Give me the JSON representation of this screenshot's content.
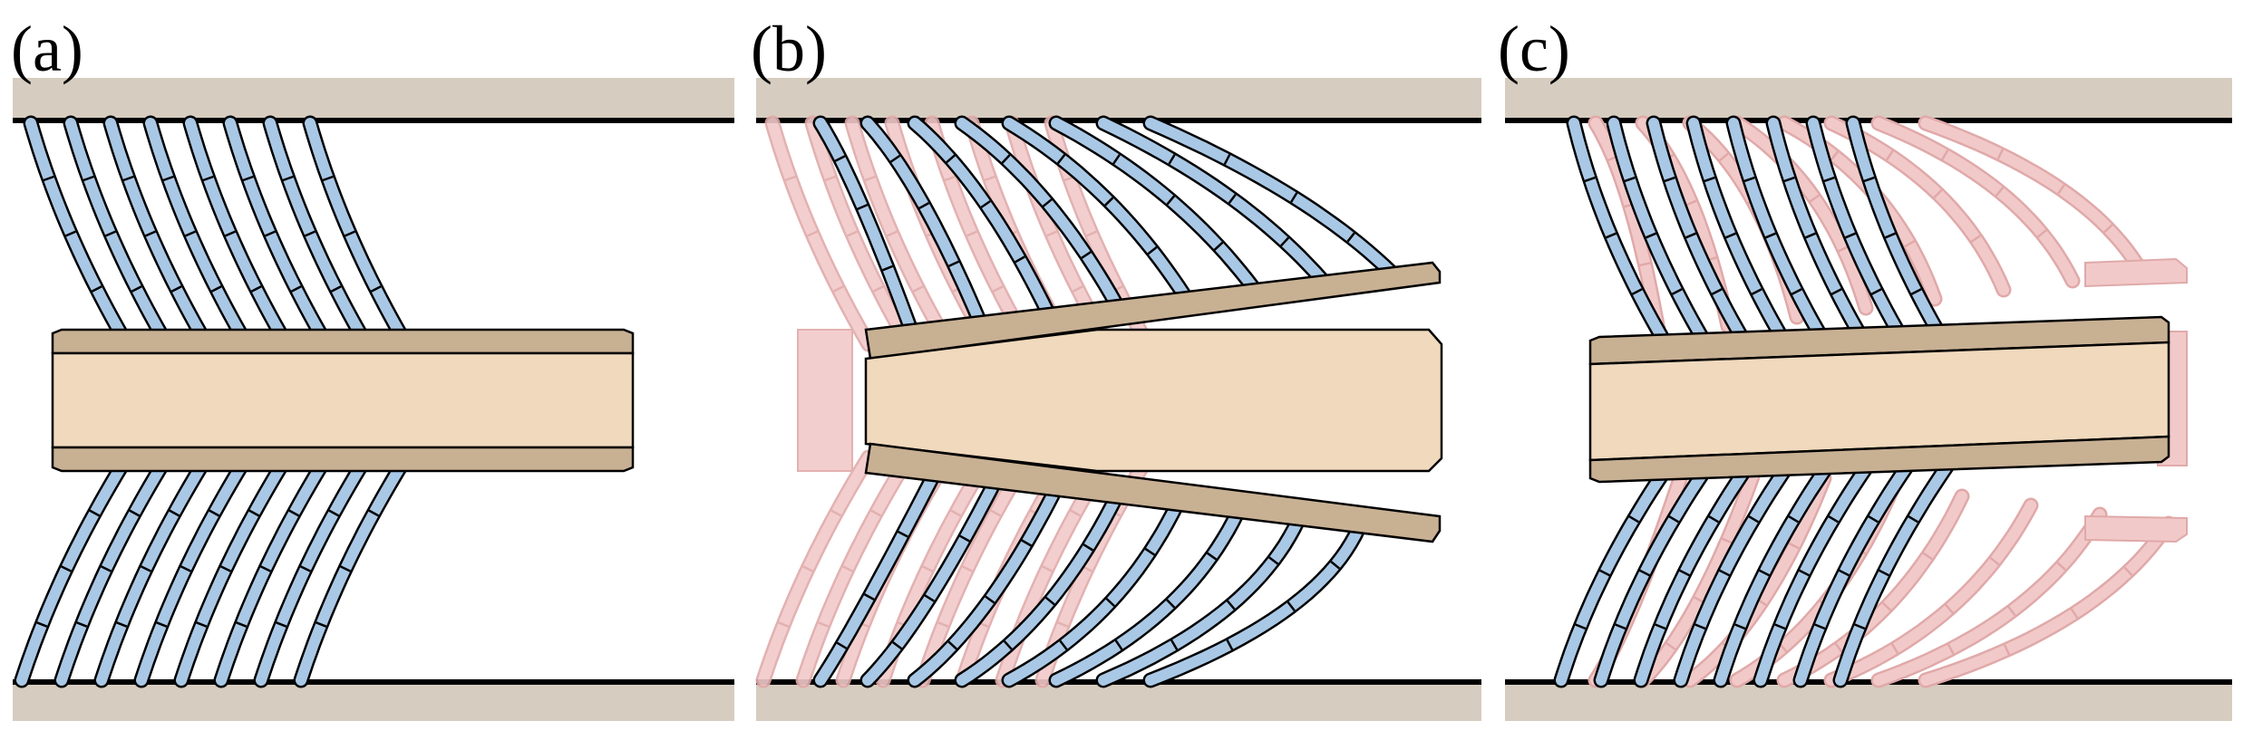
{
  "figure": {
    "panels": [
      {
        "id": "a",
        "label": "(a)",
        "state": "initial"
      },
      {
        "id": "b",
        "label": "(b)",
        "state": "wedged",
        "ghost_of_previous": true
      },
      {
        "id": "c",
        "label": "(c)",
        "state": "tilted",
        "ghost_of_previous": true
      }
    ],
    "segments_per_fiber": 4,
    "fibers_per_row": 8,
    "colors": {
      "plate": "#d6ccc0",
      "wall_line": "#000000",
      "core": "#f0d9bd",
      "shell": "#c8b093",
      "fiber": "#a9c8e6",
      "ghost": "#f2c9c9",
      "ghost_stroke": "#e0a9a9",
      "outline": "#000000"
    }
  }
}
